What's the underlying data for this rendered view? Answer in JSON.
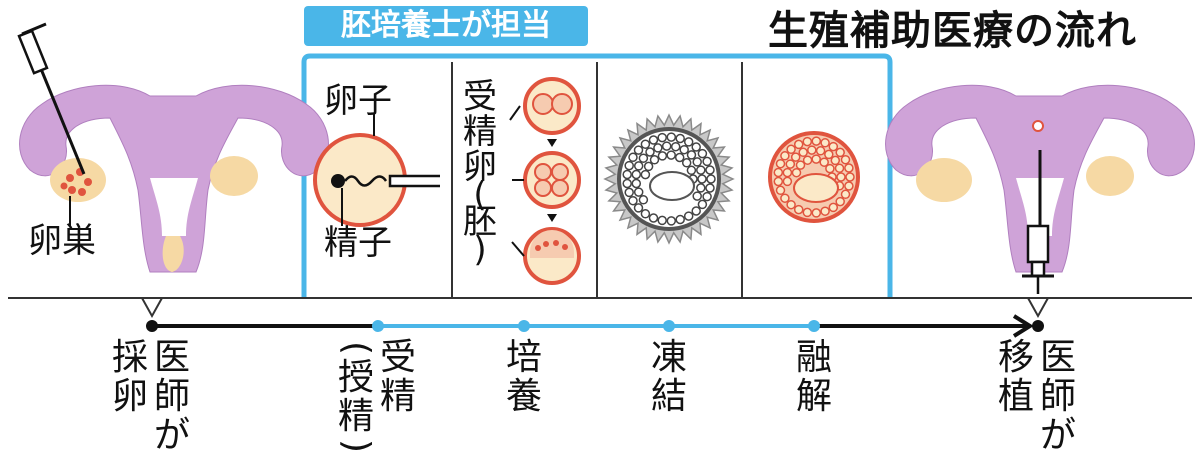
{
  "title": "生殖補助医療の流れ",
  "embryologist_badge": "胚培養士が担当",
  "labels": {
    "ovary": "卵巣",
    "egg": "卵子",
    "sperm": "精子",
    "fertilized_egg": [
      "受",
      "精",
      "卵",
      "(",
      "胚",
      ")"
    ]
  },
  "steps": [
    {
      "top": "医師が",
      "bottom": "採卵",
      "highlight": false
    },
    {
      "top": "受精",
      "bottom": "(授精)",
      "highlight": true
    },
    {
      "top": "培養",
      "bottom": "",
      "highlight": true
    },
    {
      "top": "凍結",
      "bottom": "",
      "highlight": true
    },
    {
      "top": "融解",
      "bottom": "",
      "highlight": true
    },
    {
      "top": "医師が",
      "bottom": "移植",
      "highlight": false
    }
  ],
  "colors": {
    "accent_blue": "#4ab6e8",
    "uterus_purple": "#cfa3d8",
    "ovary_yellow": "#f6d9a4",
    "egg_red": "#e0543e",
    "egg_fill": "#fbe9c8",
    "frozen_gray": "#a9a9a9"
  }
}
